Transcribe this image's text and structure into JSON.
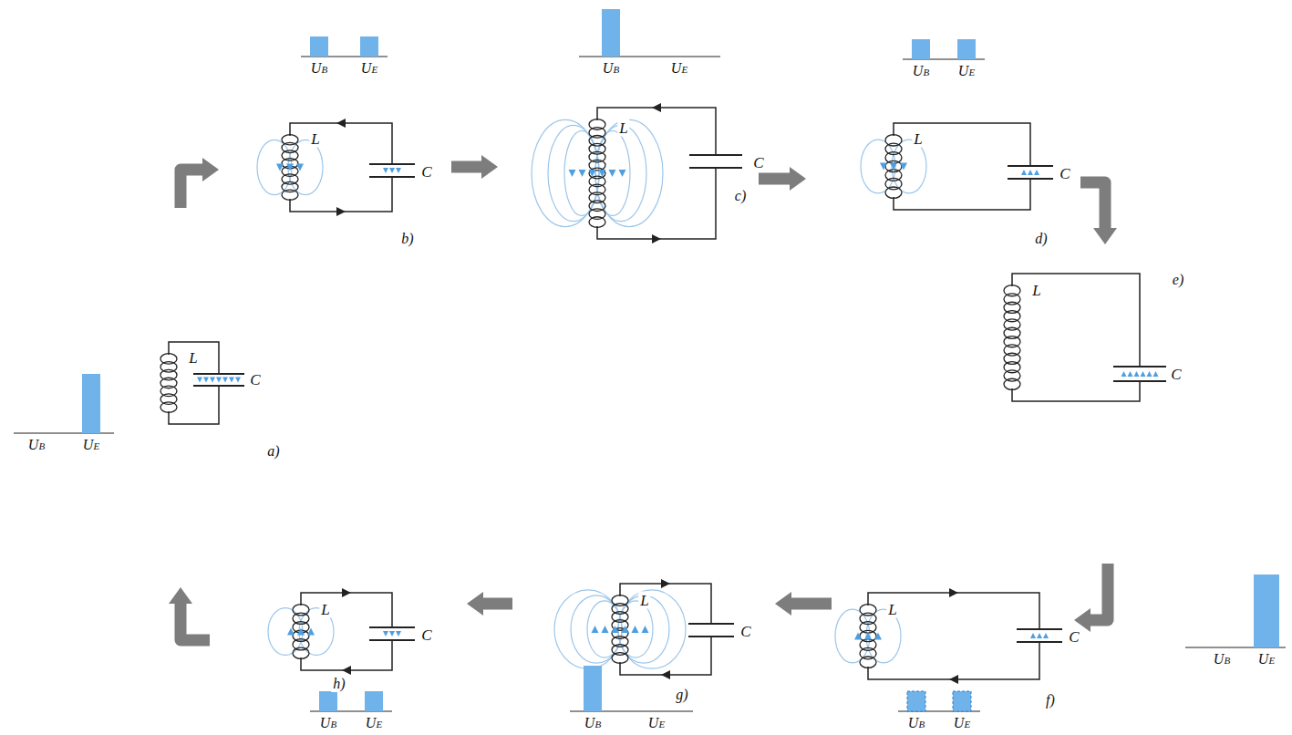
{
  "diagram": {
    "labels": [
      "L",
      "C",
      "a)",
      "UB",
      "UE",
      "L",
      "C",
      "b)",
      "UB",
      "UE",
      "L",
      "C",
      "c)",
      "UB",
      "UE",
      "L",
      "C",
      "d)",
      "UB",
      "UE",
      "L",
      "C",
      "e)",
      "UB",
      "UE",
      "L",
      "C",
      "f)",
      "UB",
      "UE",
      "L",
      "C",
      "g)",
      "UB",
      "UE",
      "L",
      "C",
      "h)",
      "UB",
      "UE"
    ]
  }
}
